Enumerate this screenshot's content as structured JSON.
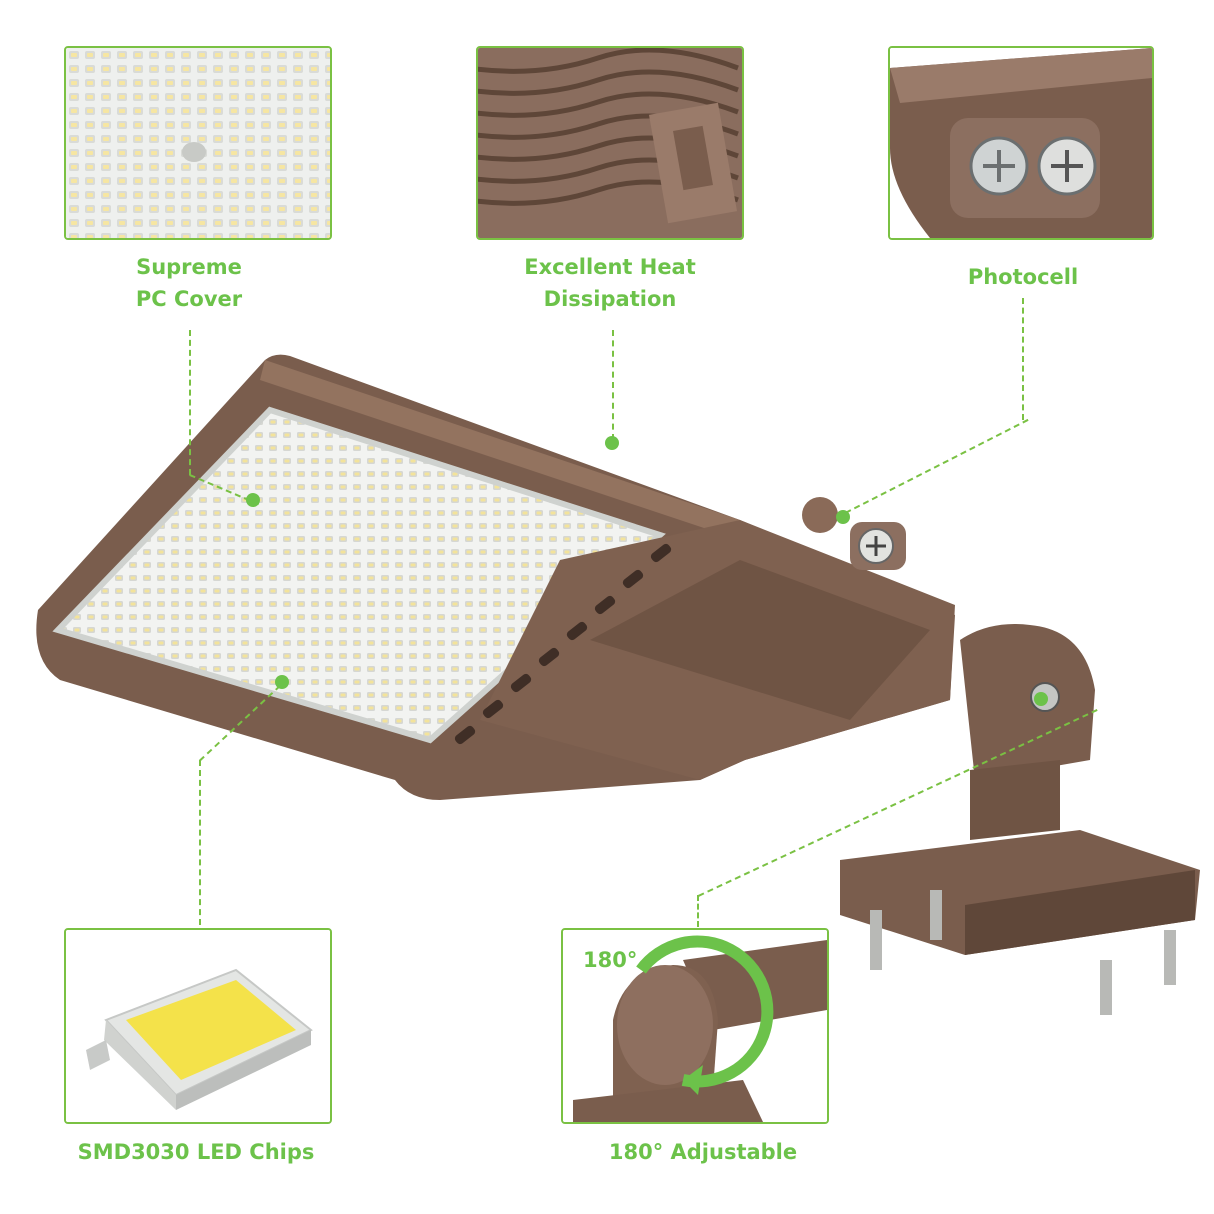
{
  "features": {
    "pc_cover": {
      "line1": "Supreme",
      "line2": "PC Cover"
    },
    "heat": {
      "line1": "Excellent Heat",
      "line2": "Dissipation"
    },
    "photocell": {
      "label": "Photocell"
    },
    "smd": {
      "label": "SMD3030 LED Chips"
    },
    "adjustable": {
      "label": "180° Adjustable",
      "angle_badge": "180°"
    }
  },
  "colors": {
    "accent": "#6cc24a",
    "frame": "#7ac143",
    "housing": "#7a5d4d",
    "led_chip": "#f4e24a"
  },
  "icons": [
    "led-panel-icon",
    "heatsink-icon",
    "photocell-icon",
    "led-chip-icon",
    "rotation-arrow-icon",
    "light-fixture-icon"
  ]
}
